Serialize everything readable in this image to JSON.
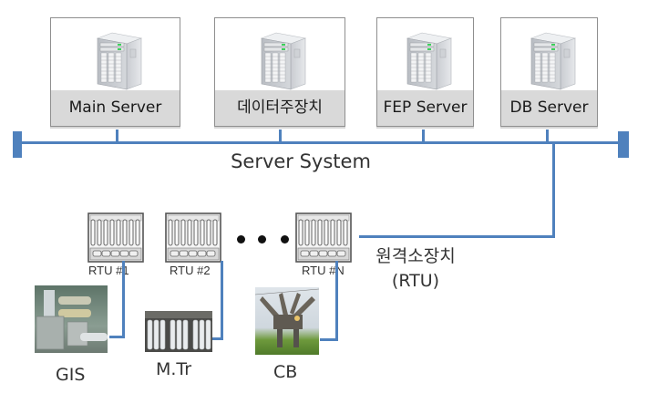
{
  "servers": [
    {
      "label": "Main Server",
      "icon": "server-tower-icon"
    },
    {
      "label": "데이터주장치",
      "icon": "server-tower-icon"
    },
    {
      "label": "FEP Server",
      "icon": "server-tower-icon"
    },
    {
      "label": "DB Server",
      "icon": "server-tower-icon"
    }
  ],
  "bus": {
    "title": "Server System",
    "color": "#4f81bd"
  },
  "rtus": [
    {
      "label": "RTU #1"
    },
    {
      "label": "RTU #2"
    },
    {
      "label": "RTU #N"
    }
  ],
  "rtu_group": {
    "title_line1": "원격소장치",
    "title_line2": "(RTU)"
  },
  "equipment": [
    {
      "label": "GIS",
      "icon": "gis-switchgear-photo"
    },
    {
      "label": "M.Tr",
      "icon": "main-transformer-photo"
    },
    {
      "label": "CB",
      "icon": "circuit-breaker-photo"
    }
  ]
}
